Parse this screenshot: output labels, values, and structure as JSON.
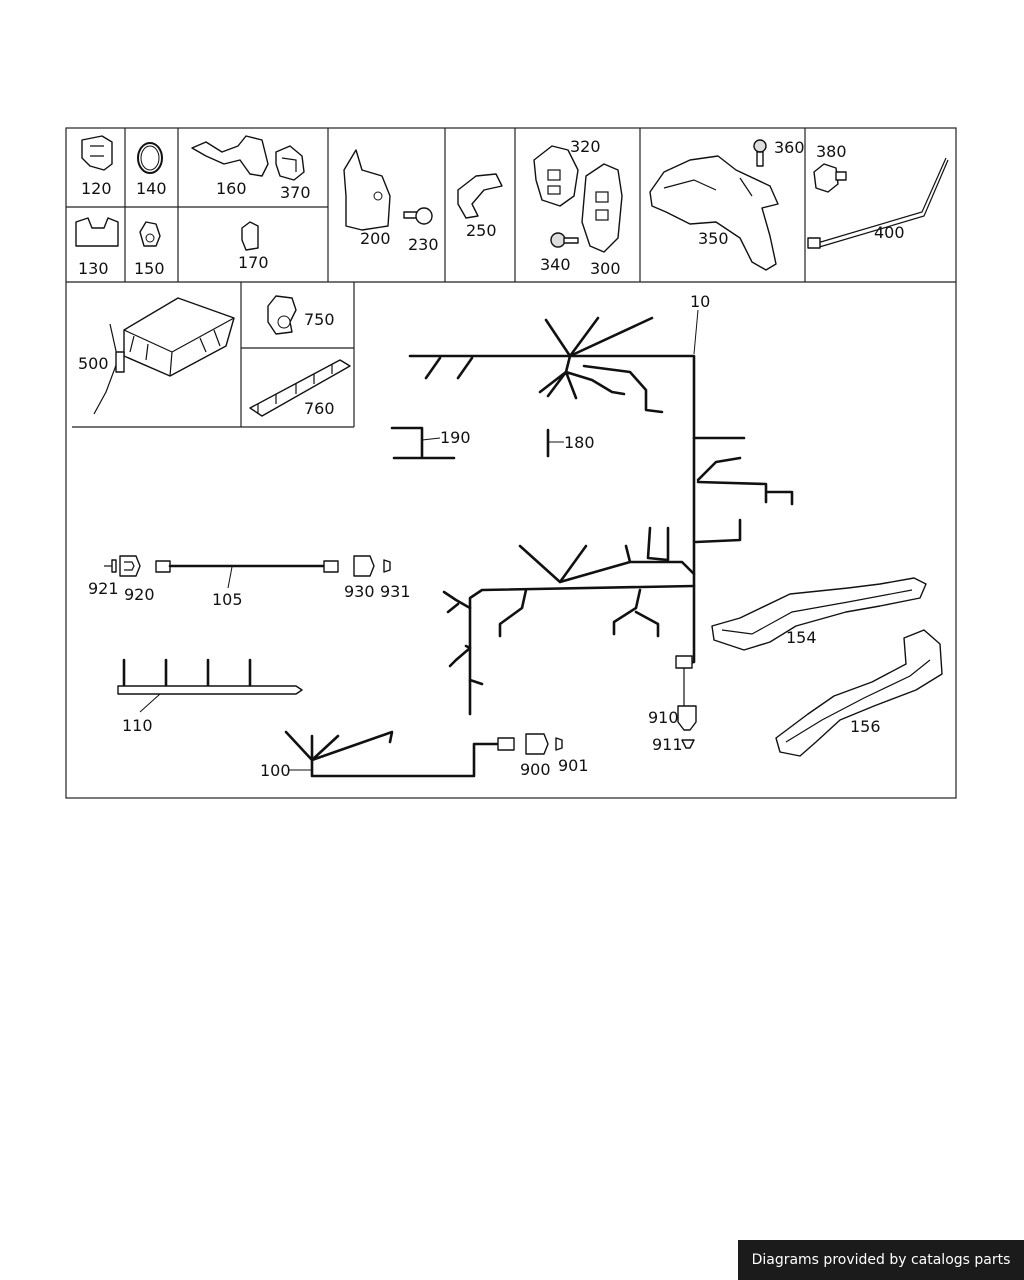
{
  "footer": {
    "credit": "Diagrams provided by catalogs parts"
  },
  "labels": {
    "p120": "120",
    "p140": "140",
    "p160": "160",
    "p370": "370",
    "p130": "130",
    "p150": "150",
    "p170": "170",
    "p200": "200",
    "p230": "230",
    "p250": "250",
    "p320": "320",
    "p340": "340",
    "p300": "300",
    "p360": "360",
    "p350": "350",
    "p380": "380",
    "p400": "400",
    "p500": "500",
    "p750": "750",
    "p760": "760",
    "p10": "10",
    "p190": "190",
    "p180": "180",
    "p921": "921",
    "p920": "920",
    "p105": "105",
    "p930": "930",
    "p931": "931",
    "p110": "110",
    "p154": "154",
    "p156": "156",
    "p910": "910",
    "p911": "911",
    "p100": "100",
    "p900": "900",
    "p901": "901"
  }
}
